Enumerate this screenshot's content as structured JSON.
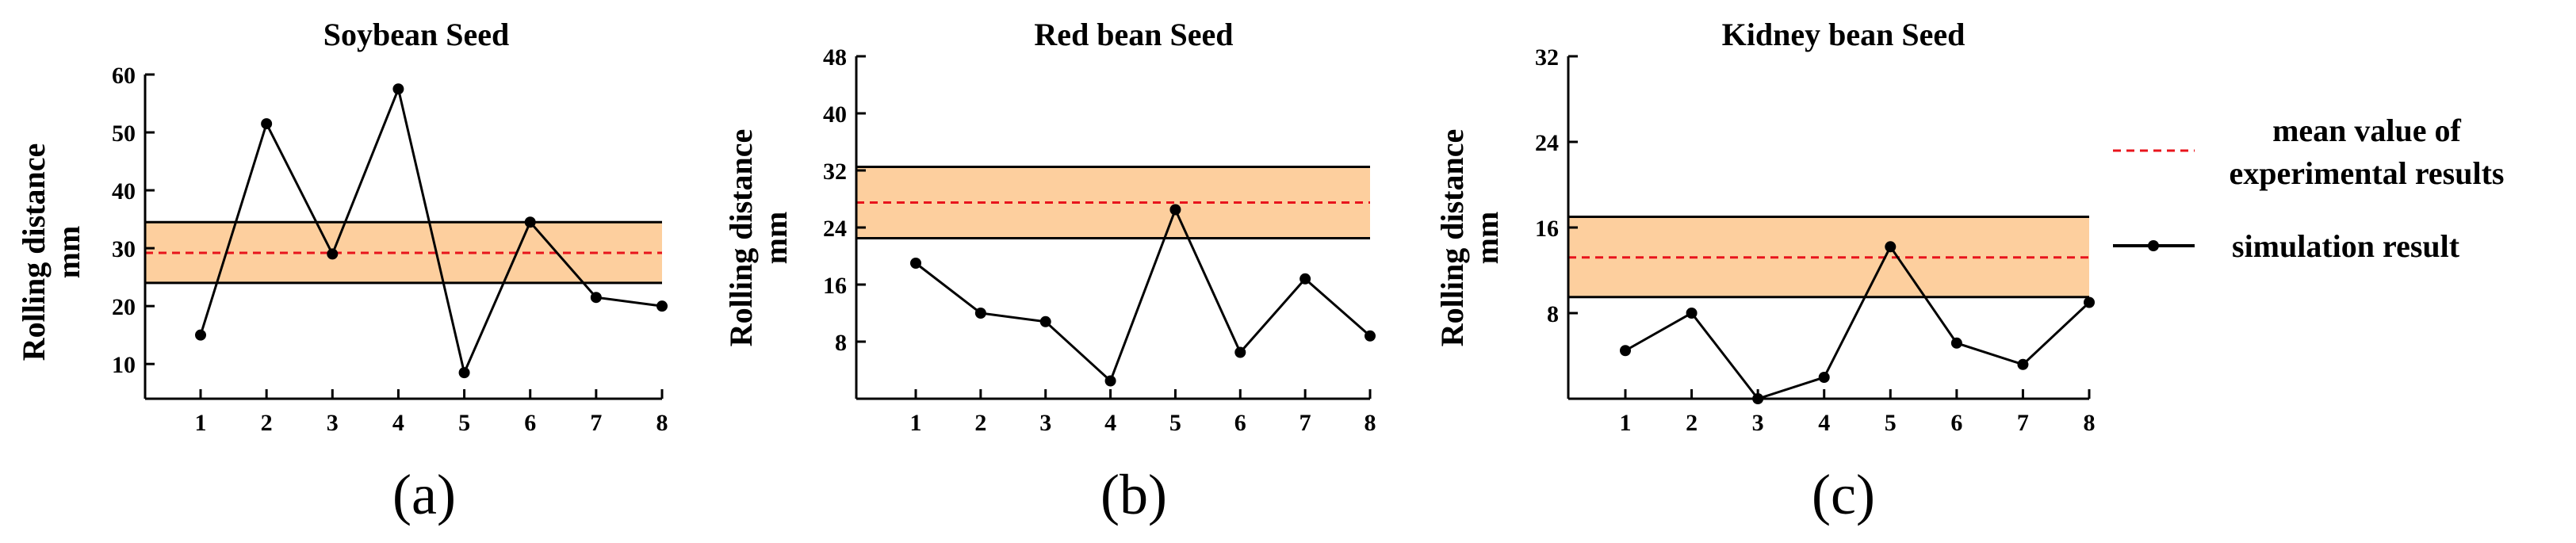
{
  "chart_data": [
    {
      "type": "line",
      "title": "Soybean Seed",
      "panel_label": "(a)",
      "ylabel_lines": [
        "Rolling distance",
        "mm"
      ],
      "x": [
        1,
        2,
        3,
        4,
        5,
        6,
        7,
        8
      ],
      "series": [
        {
          "values": [
            15,
            51.5,
            29,
            57.5,
            8.5,
            34.5,
            21.5,
            20
          ]
        }
      ],
      "band": {
        "lower": 24,
        "upper": 34.5,
        "mean": 29.2
      },
      "ylim": [
        4,
        60
      ],
      "yticks": [
        10,
        20,
        30,
        40,
        50,
        60
      ],
      "grid": false
    },
    {
      "type": "line",
      "title": "Red bean Seed",
      "panel_label": "(b)",
      "ylabel_lines": [
        "Rolling distance",
        "mm"
      ],
      "x": [
        1,
        2,
        3,
        4,
        5,
        6,
        7,
        8
      ],
      "series": [
        {
          "values": [
            19,
            12,
            10.8,
            2.5,
            26.5,
            6.5,
            16.8,
            8.8
          ]
        }
      ],
      "band": {
        "lower": 22.5,
        "upper": 32.5,
        "mean": 27.5
      },
      "ylim": [
        0,
        48
      ],
      "yticks": [
        8,
        16,
        24,
        32,
        40,
        48
      ],
      "grid": false
    },
    {
      "type": "line",
      "title": "Kidney bean Seed",
      "panel_label": "(c)",
      "ylabel_lines": [
        "Rolling distance",
        "mm"
      ],
      "x": [
        1,
        2,
        3,
        4,
        5,
        6,
        7,
        8
      ],
      "series": [
        {
          "values": [
            4.5,
            8,
            0,
            2,
            14.2,
            5.2,
            3.2,
            9
          ]
        }
      ],
      "band": {
        "lower": 9.5,
        "upper": 17,
        "mean": 13.2
      },
      "ylim": [
        0,
        32
      ],
      "yticks": [
        8,
        16,
        24,
        32
      ],
      "grid": false
    }
  ],
  "legend": {
    "mean_label_line1": "mean value of",
    "mean_label_line2": "experimental results",
    "sim_label": "simulation result"
  },
  "colors": {
    "band_fill": "#FDCF9E",
    "band_edge": "#000000",
    "mean_line": "#E8141C",
    "line": "#000000"
  }
}
